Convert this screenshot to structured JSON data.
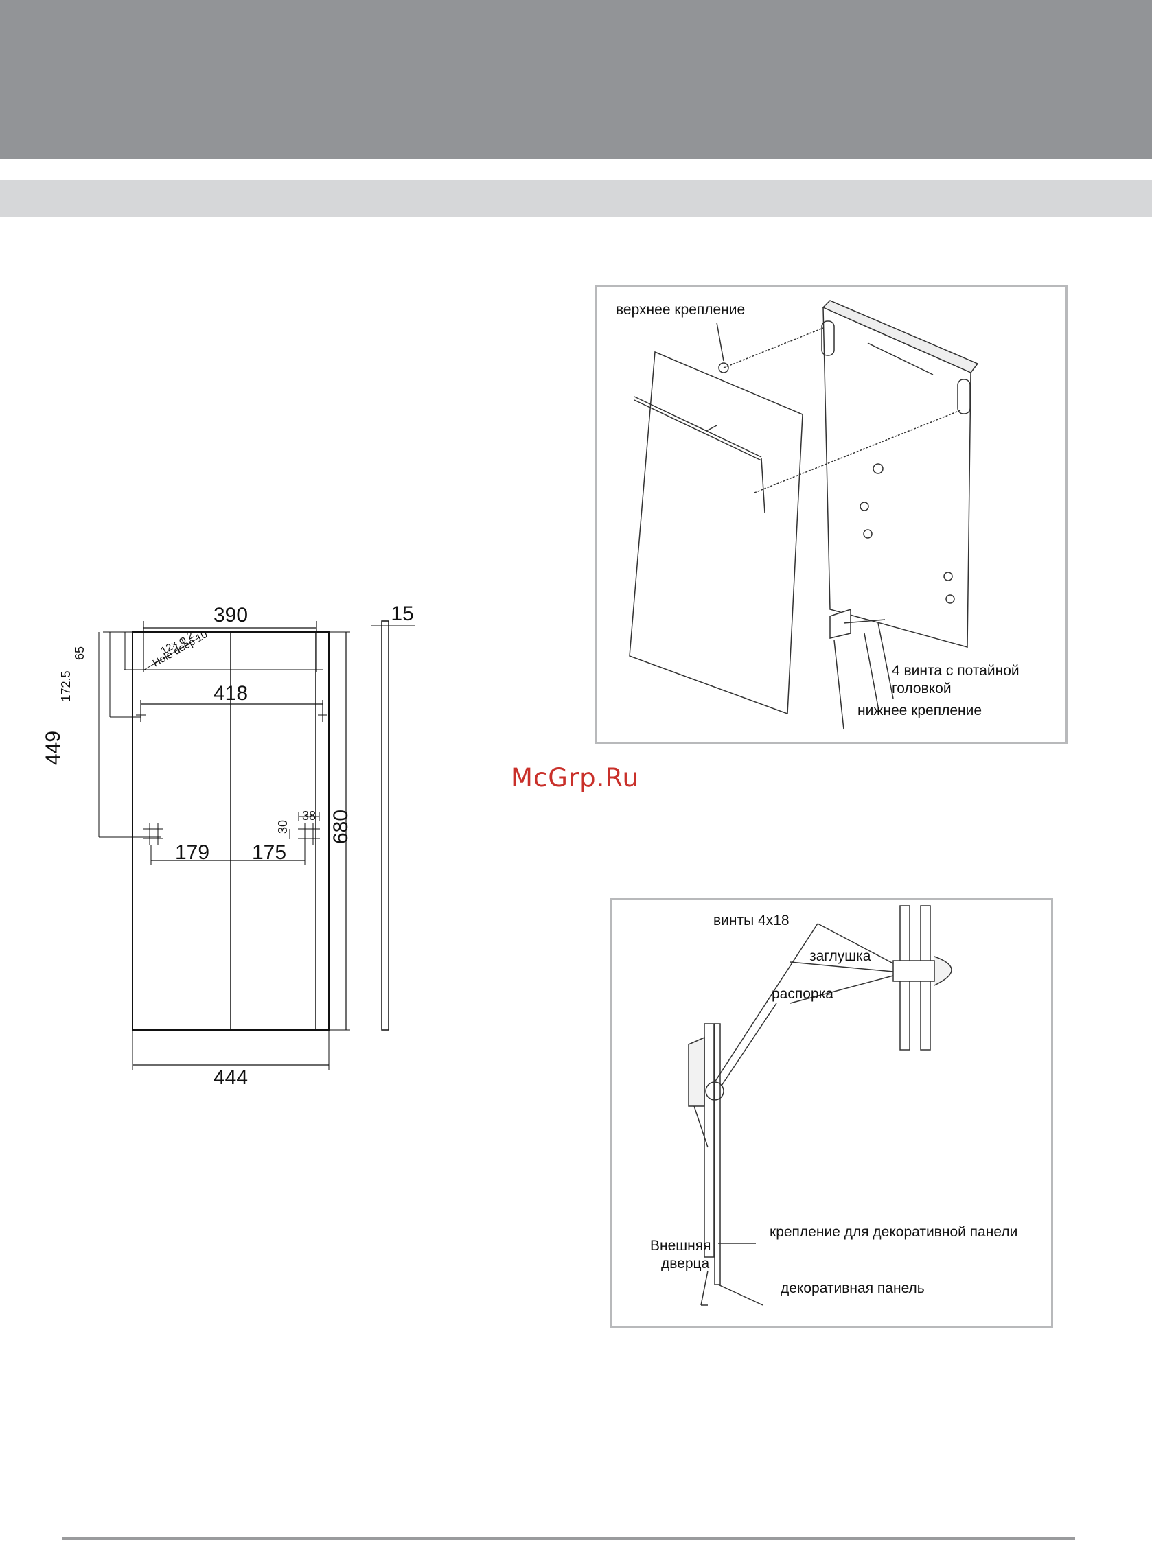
{
  "watermark": "McGrp.Ru",
  "front_drawing": {
    "dims": {
      "width_top": "390",
      "width_mid": "418",
      "width_bottom": "444",
      "height_total": "680",
      "thickness": "15",
      "height_449": "449",
      "height_172": "172.5",
      "height_65": "65",
      "left_179": "179",
      "right_175": "175",
      "small_30": "30",
      "small_38": "38"
    },
    "hole_note_1": "12× φ 2",
    "hole_note_2": "Hole deep 10"
  },
  "assembly": {
    "top_mount_label": "верхнее крепление",
    "screws_label_line1": "4 винта с потайной",
    "screws_label_line2": "головкой",
    "bottom_mount_label": "нижнее крепление"
  },
  "section": {
    "screws_label": "винты 4x18",
    "plug_label": "заглушка",
    "spacer_label": "распорка",
    "outer_door_line1": "Внешняя",
    "outer_door_line2": "дверца",
    "panel_mount_label": "крепление для декоративной панели",
    "deco_panel_label": "декоративная панель"
  }
}
